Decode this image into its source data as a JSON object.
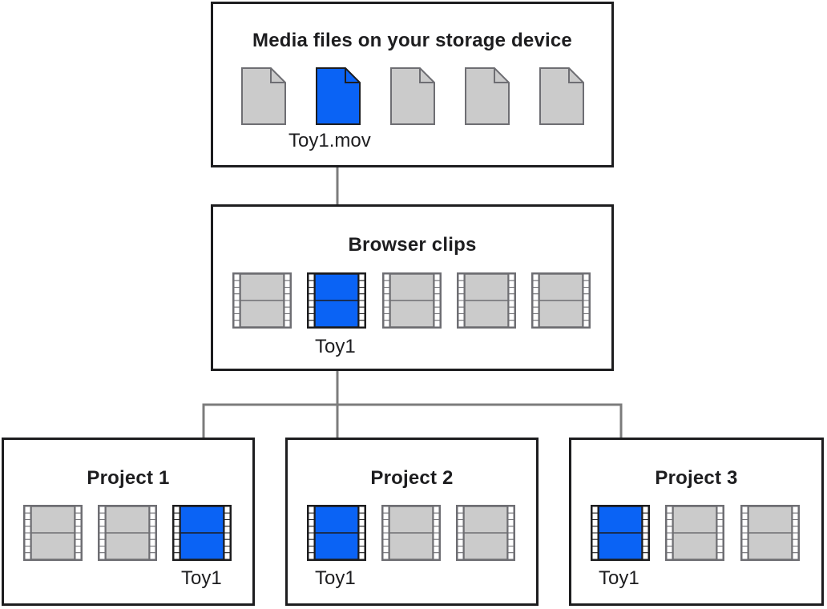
{
  "colors": {
    "selected": "#0a63f5",
    "unselected": "#cbcbcb",
    "outline": "#1d1d1f",
    "frame_outline": "#6e6e73",
    "arrow": "#7c7c7c"
  },
  "storage": {
    "title": "Media files on your storage device",
    "items": [
      {
        "icon": "document-icon",
        "selected": false
      },
      {
        "icon": "document-icon",
        "selected": true,
        "label": "Toy1.mov"
      },
      {
        "icon": "document-icon",
        "selected": false
      },
      {
        "icon": "document-icon",
        "selected": false
      },
      {
        "icon": "document-icon",
        "selected": false
      }
    ]
  },
  "browser": {
    "title": "Browser clips",
    "items": [
      {
        "icon": "film-clip-icon",
        "selected": false
      },
      {
        "icon": "film-clip-icon",
        "selected": true,
        "label": "Toy1"
      },
      {
        "icon": "film-clip-icon",
        "selected": false
      },
      {
        "icon": "film-clip-icon",
        "selected": false
      },
      {
        "icon": "film-clip-icon",
        "selected": false
      }
    ]
  },
  "projects": [
    {
      "title": "Project 1",
      "items": [
        {
          "icon": "film-clip-icon",
          "selected": false
        },
        {
          "icon": "film-clip-icon",
          "selected": false
        },
        {
          "icon": "film-clip-icon",
          "selected": true,
          "label": "Toy1"
        }
      ]
    },
    {
      "title": "Project 2",
      "items": [
        {
          "icon": "film-clip-icon",
          "selected": true,
          "label": "Toy1"
        },
        {
          "icon": "film-clip-icon",
          "selected": false
        },
        {
          "icon": "film-clip-icon",
          "selected": false
        }
      ]
    },
    {
      "title": "Project 3",
      "items": [
        {
          "icon": "film-clip-icon",
          "selected": true,
          "label": "Toy1"
        },
        {
          "icon": "film-clip-icon",
          "selected": false
        },
        {
          "icon": "film-clip-icon",
          "selected": false
        }
      ]
    }
  ]
}
